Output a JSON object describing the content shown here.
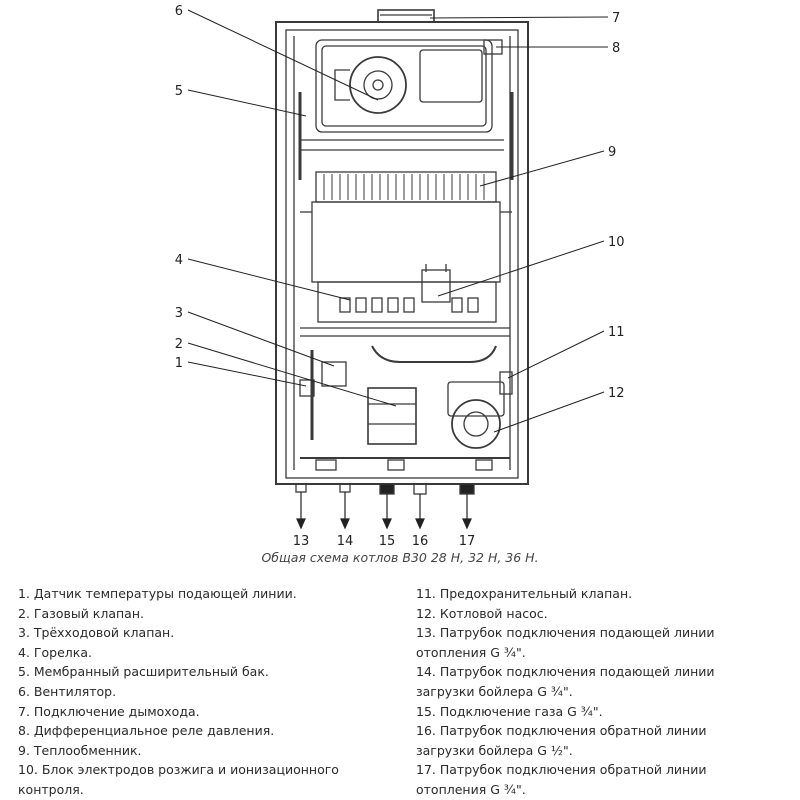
{
  "diagram": {
    "caption": "Общая схема котлов B30 28 H, 32 H, 36 H.",
    "side_callouts": [
      "1",
      "2",
      "3",
      "4",
      "5",
      "6",
      "7",
      "8",
      "9",
      "10",
      "11",
      "12"
    ],
    "bottom_callouts": [
      "13",
      "14",
      "15",
      "16",
      "17"
    ]
  },
  "legend": {
    "left": [
      "1. Датчик температуры подающей линии.",
      "2. Газовый клапан.",
      "3. Трёхходовой клапан.",
      "4. Горелка.",
      "5. Мембранный расширительный бак.",
      "6. Вентилятор.",
      "7. Подключение дымохода.",
      "8. Дифференциальное реле давления.",
      "9. Теплообменник.",
      "10. Блок электродов розжига и ионизационного",
      "контроля."
    ],
    "right": [
      "11. Предохранительный клапан.",
      "12. Котловой насос.",
      "13. Патрубок подключения подающей линии",
      "отопления G ¾\".",
      "14. Патрубок подключения подающей линии",
      "загрузки бойлера G ¾\".",
      "15. Подключение газа G ¾\".",
      "16. Патрубок подключения обратной линии",
      "загрузки бойлера G ½\".",
      "17. Патрубок подключения обратной линии",
      "отопления G ¾\"."
    ]
  }
}
